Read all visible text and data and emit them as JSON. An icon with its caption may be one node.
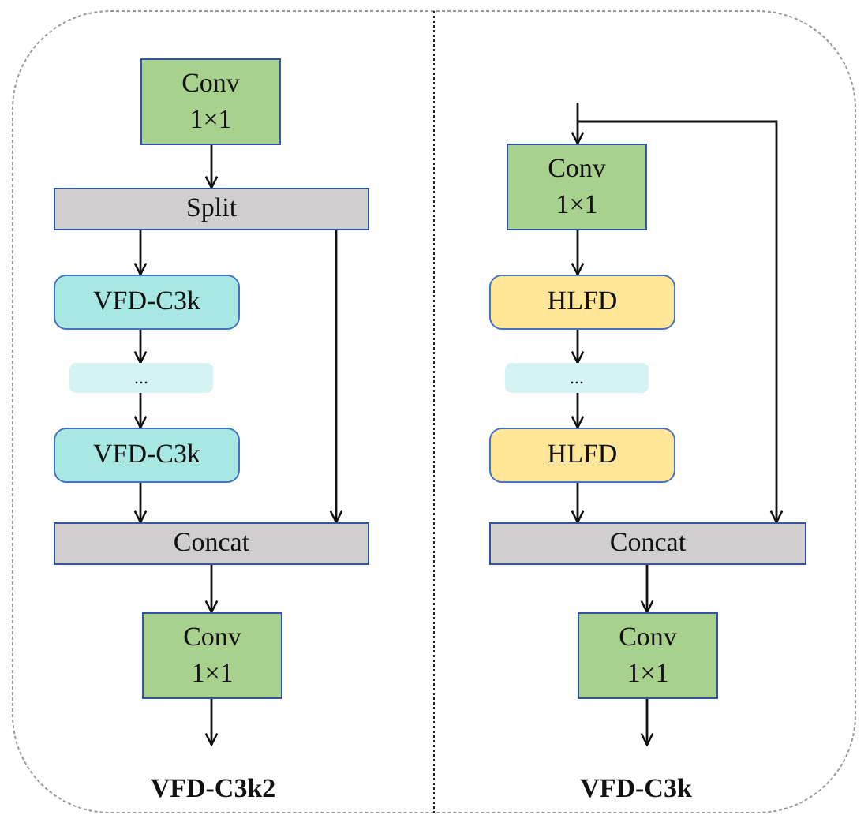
{
  "diagram": {
    "nodes": [
      {
        "text": [
          "Conv 1×1"
        ]
      },
      {
        "text": [
          "Split"
        ]
      },
      {
        "text": [
          "VFD-C3k"
        ]
      },
      {
        "text": [
          "..."
        ]
      },
      {
        "text": [
          "VFD-C3k"
        ]
      },
      {
        "text": [
          "Concat"
        ]
      },
      {
        "text": [
          "Conv 1×1"
        ]
      },
      {
        "text": [
          "Conv 1×1"
        ]
      },
      {
        "text": [
          "HLFD"
        ]
      },
      {
        "text": [
          "..."
        ]
      },
      {
        "text": [
          "HLFD"
        ]
      },
      {
        "text": [
          "Concat"
        ]
      },
      {
        "text": [
          "Conv 1×1"
        ]
      }
    ],
    "edges": [
      {
        "from": 0,
        "to": 1,
        "arrow": "to"
      },
      {
        "from": 1,
        "to": 2,
        "arrow": "to"
      },
      {
        "from": 2,
        "to": 3,
        "arrow": "to"
      },
      {
        "from": 3,
        "to": 4,
        "arrow": "to"
      },
      {
        "from": 4,
        "to": 5,
        "arrow": "to"
      },
      {
        "from": 1,
        "to": 5,
        "arrow": "to"
      },
      {
        "from": 5,
        "to": 6,
        "arrow": "to"
      },
      {
        "from": 6,
        "to": null,
        "arrow": "to"
      },
      {
        "from": null,
        "to": 7,
        "arrow": "to"
      },
      {
        "from": null,
        "to": 11,
        "arrow": "to"
      },
      {
        "from": 7,
        "to": 8,
        "arrow": "to"
      },
      {
        "from": 8,
        "to": 9,
        "arrow": "to"
      },
      {
        "from": 9,
        "to": 10,
        "arrow": "to"
      },
      {
        "from": 10,
        "to": 11,
        "arrow": "to"
      },
      {
        "from": 11,
        "to": 12,
        "arrow": "to"
      },
      {
        "from": 12,
        "to": null,
        "arrow": "to"
      }
    ],
    "labels": [
      "VFD-C3k2",
      "VFD-C3k"
    ]
  }
}
